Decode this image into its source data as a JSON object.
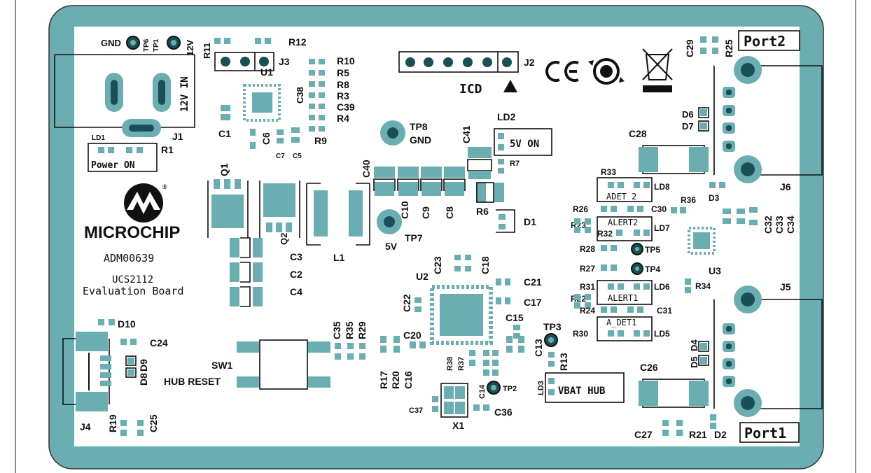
{
  "colors": {
    "board": "#6aaeb1",
    "inner": "#ffffff",
    "silk": "#111111",
    "pad": "#6aaeb1",
    "pad_dark": "#1b4f57"
  },
  "board": {
    "name": "ADM00639",
    "title_line1": "UCS2112",
    "title_line2": "Evaluation Board",
    "logo_text": "MICROCHIP",
    "logo_mark_registered": "®"
  },
  "labels": {
    "gnd": "GND",
    "tp6": "TP6",
    "tp1": "TP1",
    "v12": "12V",
    "r11": "R11",
    "r12": "R12",
    "j3": "J3",
    "u1": "U1",
    "r10": "R10",
    "r5": "R5",
    "r8": "R8",
    "r3": "R3",
    "c38": "C38",
    "c39": "C39",
    "r4": "R4",
    "r9": "R9",
    "c6": "C6",
    "c7": "C7",
    "c5": "C5",
    "c1": "C1",
    "j1": "J1",
    "ld1": "LD1",
    "r1": "R1",
    "power_on": "Power  ON",
    "in12": "12V IN",
    "j2": "J2",
    "icd": "ICD",
    "tp8": "TP8",
    "tp8_gnd": "GND",
    "ld2": "LD2",
    "v5_on": "5V ON",
    "c41": "C41",
    "c40": "C40",
    "r7": "R7",
    "c10": "C10",
    "c9": "C9",
    "c8": "C8",
    "r6": "R6",
    "d1": "D1",
    "q1": "Q1",
    "q2": "Q2",
    "l1": "L1",
    "tp7": "TP7",
    "v5": "5V",
    "c3": "C3",
    "c2": "C2",
    "c4": "C4",
    "c23": "C23",
    "c18": "C18",
    "u2": "U2",
    "c21": "C21",
    "c22": "C22",
    "c17": "C17",
    "c15": "C15",
    "c20": "C20",
    "c16": "C16",
    "r17": "R17",
    "r20": "R20",
    "r38": "R38",
    "r37": "R37",
    "c13": "C13",
    "tp3": "TP3",
    "r13": "R13",
    "c14": "C14",
    "tp2": "TP2",
    "c37": "C37",
    "c36": "C36",
    "x1": "X1",
    "ld3": "LD3",
    "vbat_hub": "VBAT HUB",
    "sw1": "SW1",
    "hub_reset": "HUB RESET",
    "c35": "C35",
    "r35": "R35",
    "r29": "R29",
    "d10": "D10",
    "c24": "C24",
    "d8": "D8",
    "d9": "D9",
    "j4": "J4",
    "r19": "R19",
    "c25": "C25",
    "c29": "C29",
    "r25": "R25",
    "port2": "Port2",
    "d6": "D6",
    "d7": "D7",
    "c28": "C28",
    "j6": "J6",
    "r33": "R33",
    "adet_2": "ADET_2",
    "ld8": "LD8",
    "d3": "D3",
    "r36": "R36",
    "r26": "R26",
    "c30": "C30",
    "r23": "R23",
    "alert2": "ALERT2",
    "r32": "R32",
    "ld7": "LD7",
    "c32": "C32",
    "c33": "C33",
    "c34": "C34",
    "r28": "R28",
    "tp5": "TP5",
    "r27": "R27",
    "tp4": "TP4",
    "u3": "U3",
    "r31": "R31",
    "ld6": "LD6",
    "r34": "R34",
    "r22": "R22",
    "alert1": "ALERT1",
    "r24": "R24",
    "c31": "C31",
    "r30": "R30",
    "a_det1": "A_DET1",
    "ld5": "LD5",
    "j5": "J5",
    "d5": "D5",
    "d4": "D4",
    "c26": "C26",
    "c27": "C27",
    "r21": "R21",
    "d2": "D2",
    "port1": "Port1"
  }
}
